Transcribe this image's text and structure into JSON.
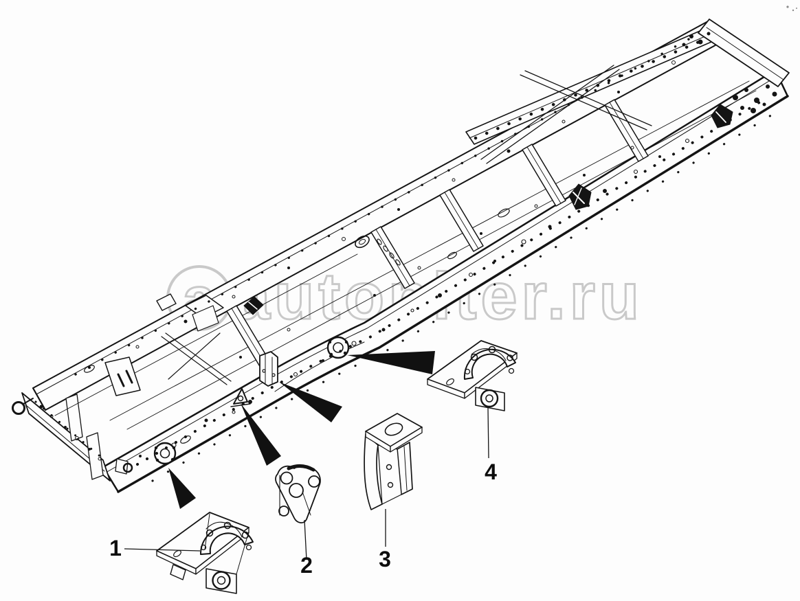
{
  "page": {
    "background": "#fdfdfd",
    "line_color": "#141414"
  },
  "watermark": {
    "logo_letter": "a",
    "text": "autopiter.ru",
    "color": "#c9c9c9"
  },
  "diagram": {
    "figure": "truck-chassis-frame-isometric-parts-diagram",
    "callouts": [
      {
        "number": "1"
      },
      {
        "number": "2"
      },
      {
        "number": "3"
      },
      {
        "number": "4"
      }
    ]
  }
}
